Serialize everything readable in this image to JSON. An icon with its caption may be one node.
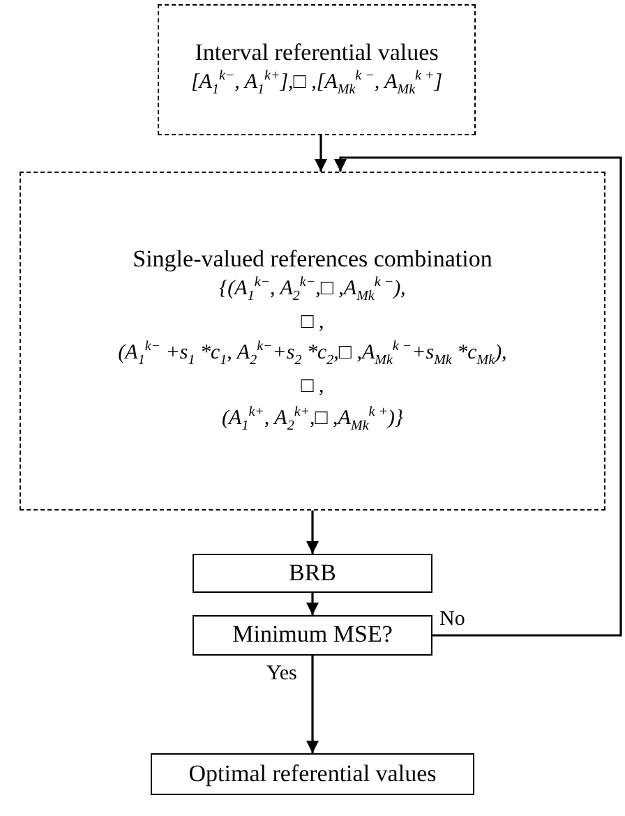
{
  "diagram": {
    "nodes": [
      {
        "text": [
          "Interval referential values",
          "[A$_{1}$$^{k−}$, A$_{1}$$^{k+}$],□ ,[A$_{Mk}$$^{k −}$, A$_{Mk}$$^{k +}$]"
        ]
      },
      {
        "text": [
          "Single-valued references combination",
          "{(A$_{1}$$^{k−}$, A$_{2}$$^{k−}$,□ ,A$_{Mk}$$^{k −}$),",
          "□ ,",
          "(A$_{1}$$^{k−}$ +s$_{1}$ *c$_{1}$, A$_{2}$$^{k−}$+s$_{2}$ *c$_{2}$,□ ,A$_{Mk}$$^{k −}$+s$_{Mk}$ *c$_{Mk}$),",
          "□ ,",
          "(A$_{1}$$^{k+}$, A$_{2}$$^{k+}$,□ ,A$_{Mk}$$^{k +}$)}"
        ]
      },
      {
        "text": [
          "BRB"
        ]
      },
      {
        "text": [
          "Minimum MSE?"
        ]
      },
      {
        "text": [
          "Optimal referential values"
        ]
      }
    ],
    "edges": [
      {
        "from": 0,
        "to": 1,
        "arrow": "to"
      },
      {
        "from": 1,
        "to": 2,
        "arrow": "to"
      },
      {
        "from": 2,
        "to": 3,
        "arrow": "to"
      },
      {
        "from": 3,
        "to": 1,
        "arrow": "to",
        "label": "No"
      },
      {
        "from": 3,
        "to": 4,
        "arrow": "to",
        "label": "Yes"
      }
    ]
  }
}
